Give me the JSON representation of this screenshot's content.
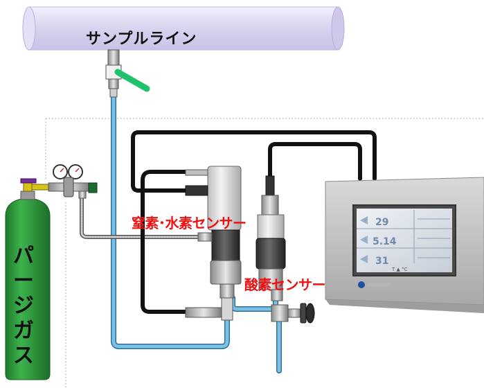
{
  "labels": {
    "sample_line": "サンプルライン",
    "purge_gas": "パージガス",
    "nitrogen_hydrogen_sensor": "窒素･水素センサー",
    "oxygen_sensor": "酸素センサー"
  },
  "display": {
    "readings": [
      "29",
      "5.14",
      "31"
    ],
    "footer": "T ▲ °C"
  },
  "colors": {
    "sample_line_pipe": "#dcd6f2",
    "purge_cylinder": "#2e9a3c",
    "gas_tube": "#6fb6dd",
    "cable": "#111111",
    "valve_handle": "#1fc46a",
    "sensor_label": "#ee1111"
  }
}
